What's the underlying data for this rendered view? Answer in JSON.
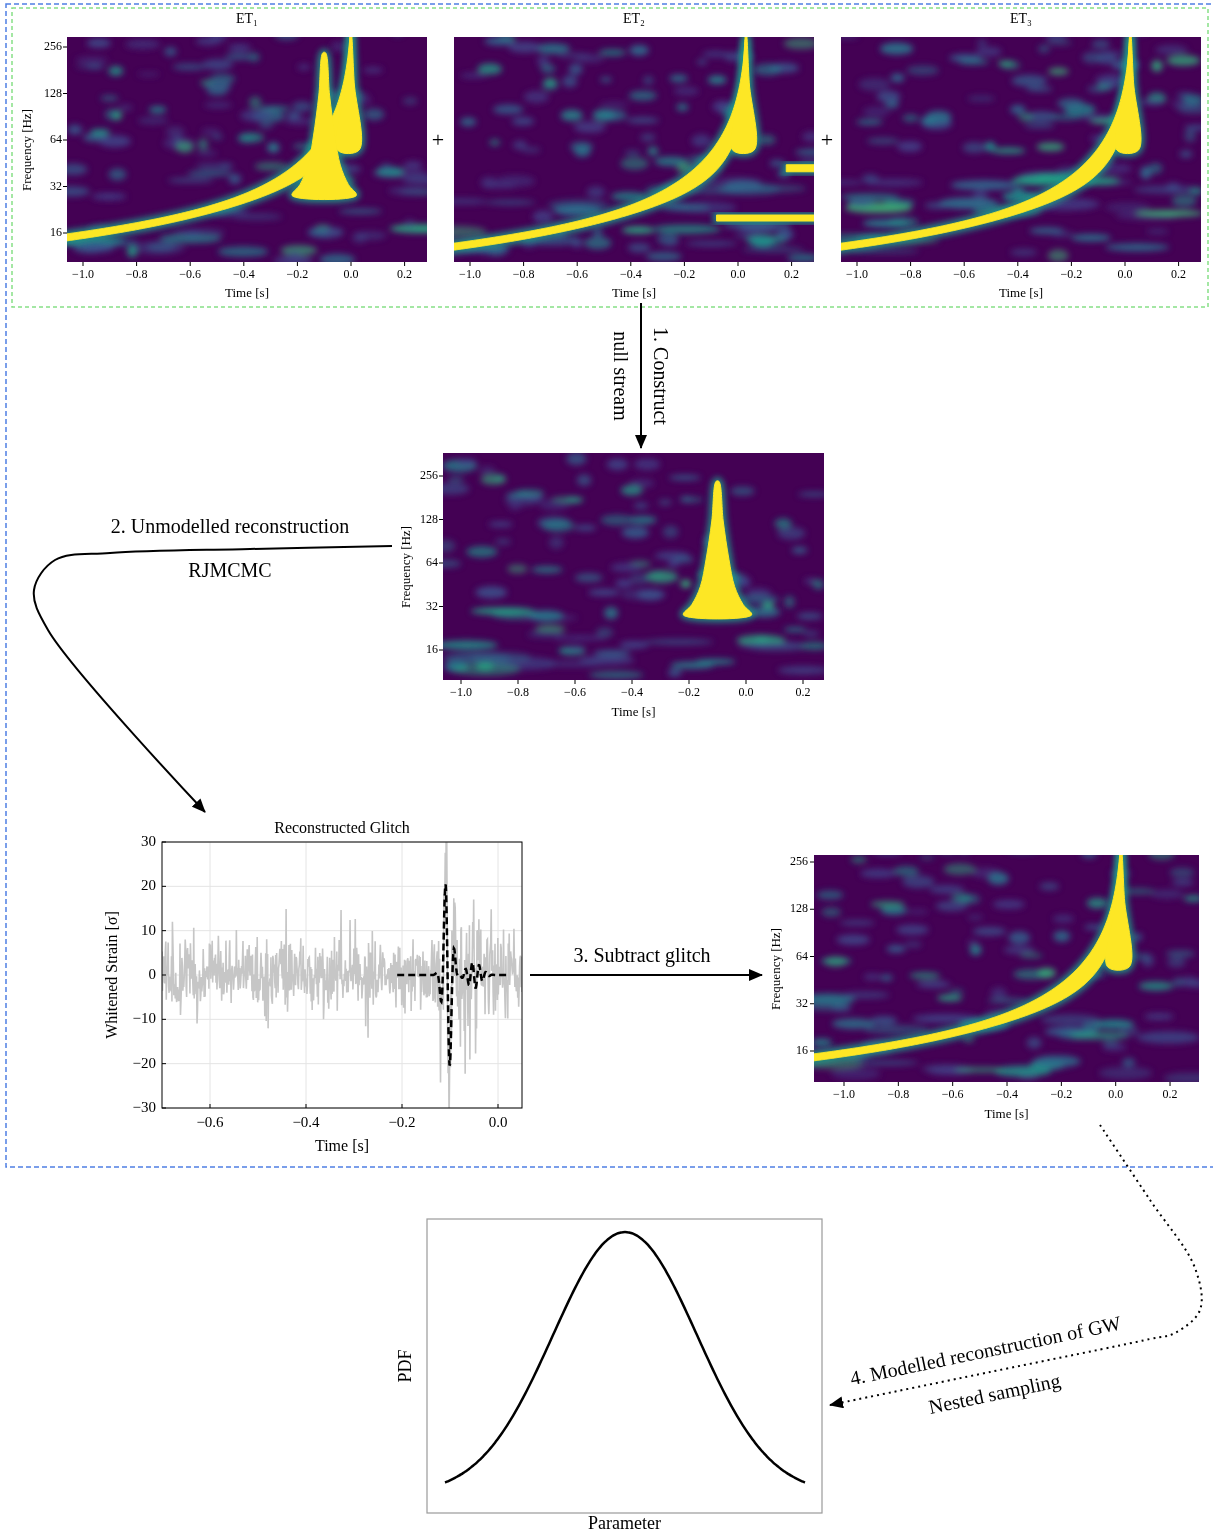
{
  "diagram": {
    "nodes": [
      {
        "text": [
          "ET₁",
          "Frequency [Hz]",
          "Time [s]",
          "256",
          "128",
          "64",
          "32",
          "16",
          "−1.0",
          "−0.8",
          "−0.6",
          "−0.4",
          "−0.2",
          "0.0",
          "0.2"
        ]
      },
      {
        "text": [
          "ET₂",
          "Time [s]",
          "−1.0",
          "−0.8",
          "−0.6",
          "−0.4",
          "−0.2",
          "0.0",
          "0.2"
        ]
      },
      {
        "text": [
          "ET₃",
          "Time [s]",
          "−1.0",
          "−0.8",
          "−0.6",
          "−0.4",
          "−0.2",
          "0.0",
          "0.2"
        ]
      },
      {
        "text": [
          "Frequency [Hz]",
          "Time [s]",
          "256",
          "128",
          "64",
          "32",
          "16",
          "−1.0",
          "−0.8",
          "−0.6",
          "−0.4",
          "−0.2",
          "0.0",
          "0.2"
        ]
      },
      {
        "text": [
          "Reconstructed Glitch",
          "Whitened Strain [σ]",
          "Time [s]",
          "30",
          "20",
          "10",
          "0",
          "−10",
          "−20",
          "−30",
          "−0.6",
          "−0.4",
          "−0.2",
          "0.0"
        ]
      },
      {
        "text": [
          "Frequency [Hz]",
          "Time [s]",
          "256",
          "128",
          "64",
          "32",
          "16",
          "−1.0",
          "−0.8",
          "−0.6",
          "−0.4",
          "−0.2",
          "0.0",
          "0.2"
        ]
      },
      {
        "text": [
          "PDF",
          "Parameter"
        ]
      }
    ],
    "edges": [
      {
        "from": 1,
        "to": 3,
        "arrow": "to",
        "label": "1. Construct null stream"
      },
      {
        "from": 3,
        "to": 4,
        "arrow": "to",
        "label": "2. Unmodelled reconstruction RJMCMC"
      },
      {
        "from": 4,
        "to": 5,
        "arrow": "to",
        "label": "3. Subtract glitch"
      },
      {
        "from": 5,
        "to": 6,
        "arrow": "to",
        "label": "4. Modelled reconstruction of GW Nested sampling"
      }
    ],
    "labels": [
      "+",
      "+"
    ]
  }
}
